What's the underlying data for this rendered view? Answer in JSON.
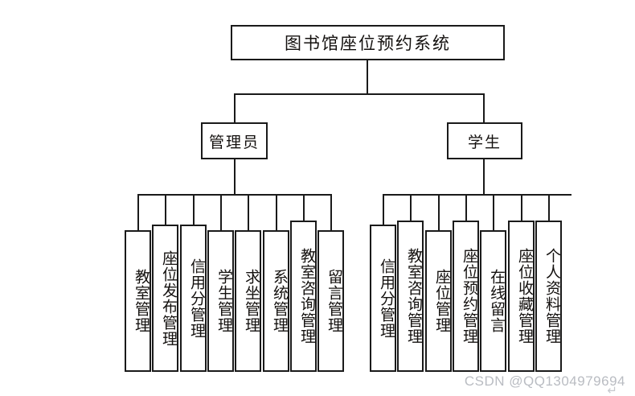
{
  "diagram": {
    "title": "图书馆座位预约系统",
    "type": "tree",
    "root": {
      "label": "图书馆座位预约系统"
    },
    "branches": [
      {
        "label": "管理员",
        "children": [
          {
            "label": "教室管理"
          },
          {
            "label": "座位发布管理"
          },
          {
            "label": "信用分管理"
          },
          {
            "label": "学生管理"
          },
          {
            "label": "求坐管理"
          },
          {
            "label": "系统管理"
          },
          {
            "label": "教室咨询管理"
          },
          {
            "label": "留言管理"
          }
        ]
      },
      {
        "label": "学生",
        "children": [
          {
            "label": "信用分管理"
          },
          {
            "label": "教室咨询管理"
          },
          {
            "label": "座位管理"
          },
          {
            "label": "座位预约管理"
          },
          {
            "label": "在线留言"
          },
          {
            "label": "座位收藏管理"
          },
          {
            "label": "个人资料管理"
          }
        ]
      }
    ]
  },
  "watermark": {
    "text": "CSDN @QQ1304979694",
    "arrow": "↵",
    "color": "#b9bcc2"
  },
  "colors": {
    "stroke": "#1a1a1a",
    "background": "#ffffff",
    "text": "#14110f"
  }
}
